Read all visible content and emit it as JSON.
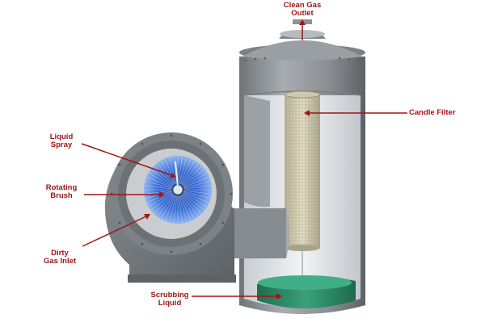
{
  "labels": {
    "clean_gas_outlet": [
      "Clean Gas",
      "Outlet"
    ],
    "candle_filter": "Candle Filter",
    "liquid_spray": [
      "Liquid",
      "Spray"
    ],
    "rotating_brush": [
      "Rotating",
      "Brush"
    ],
    "dirty_gas_inlet": [
      "Dirty",
      "Gas Inlet"
    ],
    "scrubbing_liquid": [
      "Scrubbing",
      "Liquid"
    ]
  },
  "colors": {
    "label": "#a01515",
    "vessel": "#8c9196",
    "vessel_dark": "#5d6266",
    "interior": "#e9ecee",
    "filter": "#d8d2b6",
    "brush": "#2f5ec6",
    "liquid": "#2b8a63"
  }
}
